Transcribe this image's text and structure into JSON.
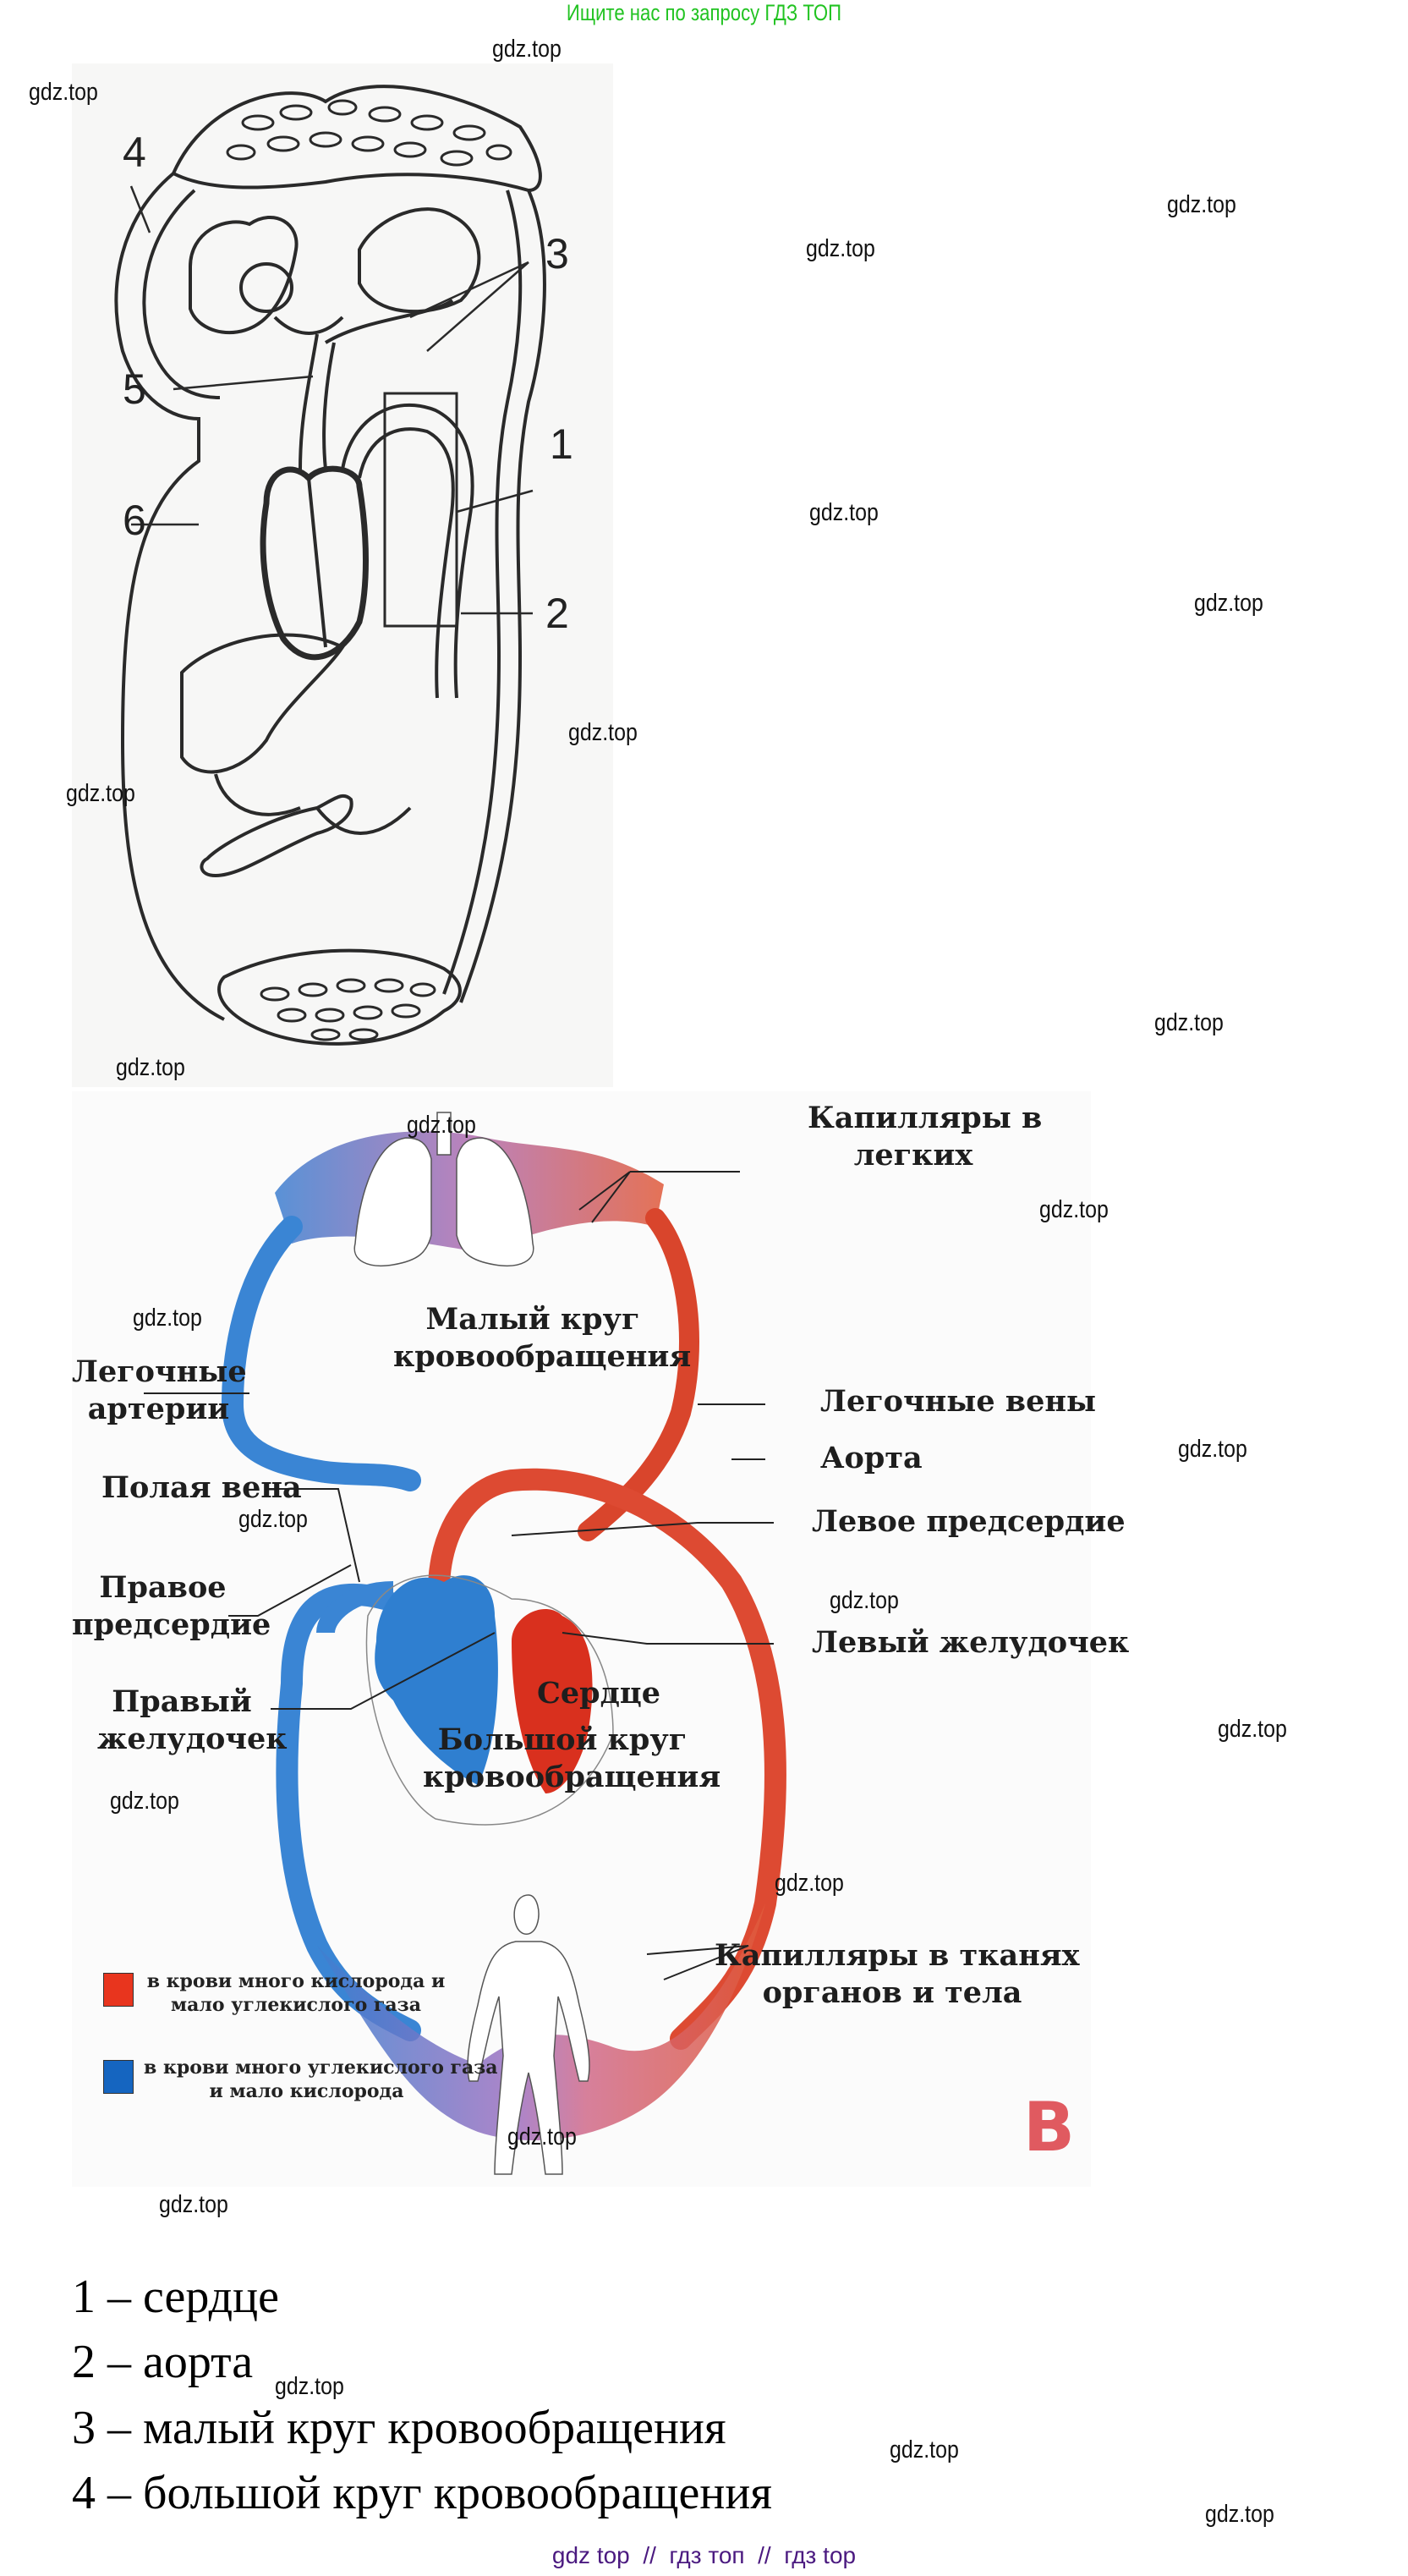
{
  "banner": "Ищите нас по запросу ГДЗ ТОП",
  "watermark": "gdz.top",
  "figure_a": {
    "type": "line drawing of the circulatory system",
    "labels": [
      "1",
      "2",
      "3",
      "4",
      "5",
      "6"
    ]
  },
  "figure_b": {
    "letter": "B",
    "labels": {
      "lung_capillaries": "Капилляры в\nлегких",
      "lung_capillaries_l1": "Капилляры в",
      "lung_capillaries_l2": "легких",
      "small_circle_l1": "Малый круг",
      "small_circle_l2": "кровообращения",
      "pulmonary_arteries_l1": "Легочные",
      "pulmonary_arteries_l2": "артерии",
      "pulmonary_veins": "Легочные вены",
      "aorta": "Аорта",
      "vena_cava": "Полая вена",
      "left_atrium": "Левое предсердие",
      "right_atrium_l1": "Правое",
      "right_atrium_l2": "предсердие",
      "left_ventricle": "Левый желудочек",
      "heart": "Сердце",
      "right_ventricle_l1": "Правый",
      "right_ventricle_l2": "желудочек",
      "big_circle_l1": "Большой круг",
      "big_circle_l2": "кровообращения",
      "tissue_capillaries_l1": "Капилляры в тканях",
      "tissue_capillaries_l2": "органов и тела"
    },
    "legend": [
      {
        "color": "#e8351e",
        "line1": "в крови много кислорода и",
        "line2": "мало углекислого газа"
      },
      {
        "color": "#1565c0",
        "line1": "в крови много углекислого газа",
        "line2": "и мало кислорода"
      }
    ],
    "colors": {
      "arterial": "#e0452e",
      "venous": "#2f7fd0",
      "accent_letter": "#e05a60"
    }
  },
  "answers": [
    "1 – сердце",
    "2 – аорта",
    "3 – малый круг кровообращения",
    "4 – большой круг кровообращения"
  ],
  "footer": "gdz top  //  гдз топ  //  гдз top"
}
